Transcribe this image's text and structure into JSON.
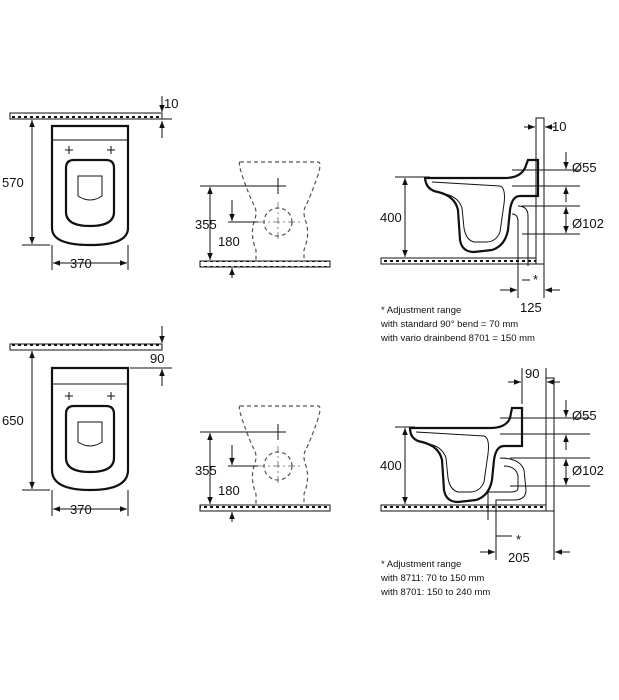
{
  "row1": {
    "top_view": {
      "wall_gap": "10",
      "depth": "570",
      "width": "370"
    },
    "front_view": {
      "height_a": "355",
      "height_b": "180"
    },
    "side_view": {
      "wall_gap": "10",
      "height": "400",
      "d1": "Ø55",
      "d2": "Ø102",
      "offset": "125",
      "star": "*",
      "notes": [
        "* Adjustment range",
        "with standard 90° bend = 70 mm",
        "with vario drainbend 8701 = 150 mm"
      ]
    }
  },
  "row2": {
    "top_view": {
      "wall_gap": "90",
      "depth": "650",
      "width": "370"
    },
    "front_view": {
      "height_a": "355",
      "height_b": "180"
    },
    "side_view": {
      "wall_gap": "90",
      "height": "400",
      "d1": "Ø55",
      "d2": "Ø102",
      "offset": "205",
      "star": "*",
      "notes": [
        "* Adjustment range",
        "with 8711: 70 to 150 mm",
        "with 8701: 150 to 240 mm"
      ]
    }
  }
}
